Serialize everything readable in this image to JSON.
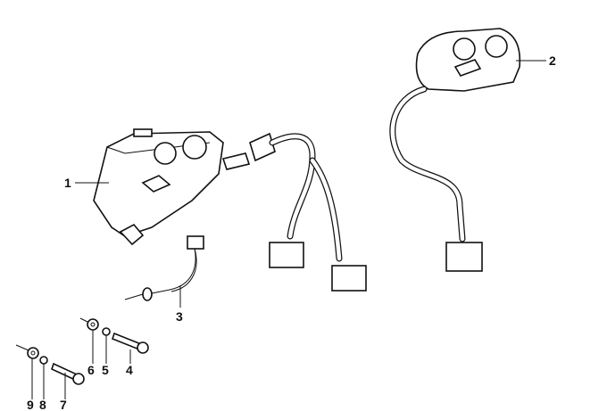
{
  "labels": {
    "p1": "1",
    "p2": "2",
    "p3": "3",
    "p4": "4",
    "p5": "5",
    "p6": "6",
    "p7": "7",
    "p8": "8",
    "p9": "9"
  }
}
